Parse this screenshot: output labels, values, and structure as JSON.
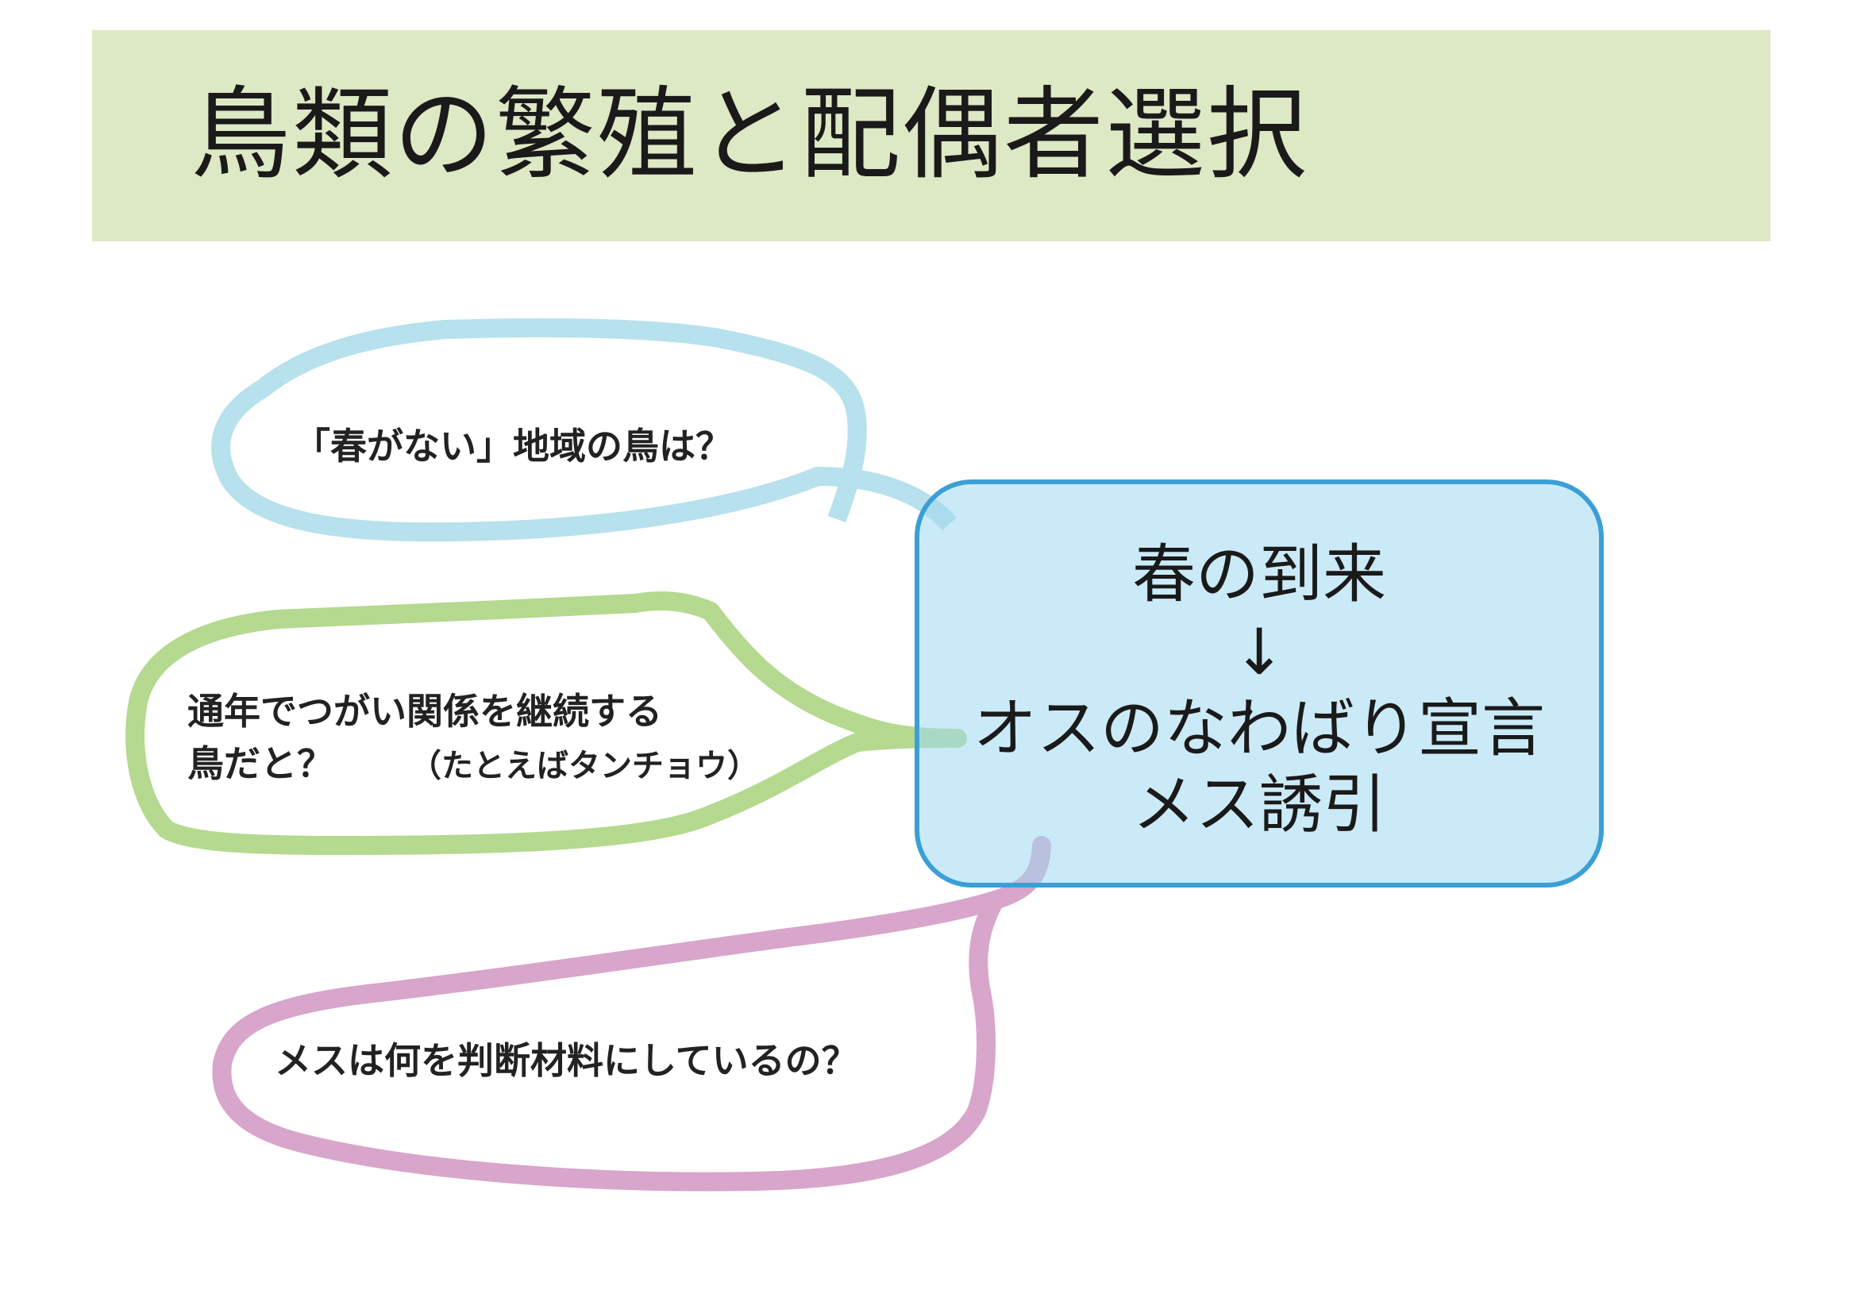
{
  "slide": {
    "title": "鳥類の繁殖と配偶者選択",
    "colors": {
      "title_band": "#dde8c4",
      "box_fill": "#a0d8f1",
      "box_border": "#3b9fd6",
      "blue_stroke": "#b7e1ec",
      "green_stroke": "#b4d98f",
      "pink_stroke": "#d8a5cb"
    }
  },
  "center_box": {
    "line1": "春の到来",
    "arrow": "↓",
    "line2": "オスのなわばり宣言",
    "line3": "メス誘引"
  },
  "questions": {
    "q1": "「春がない」地域の鳥は？",
    "q2_line1": "通年でつがい関係を継続する",
    "q2_line2": "鳥だと？",
    "q2_note": "（たとえばタンチョウ）",
    "q3": "メスは何を判断材料にしているの？"
  }
}
